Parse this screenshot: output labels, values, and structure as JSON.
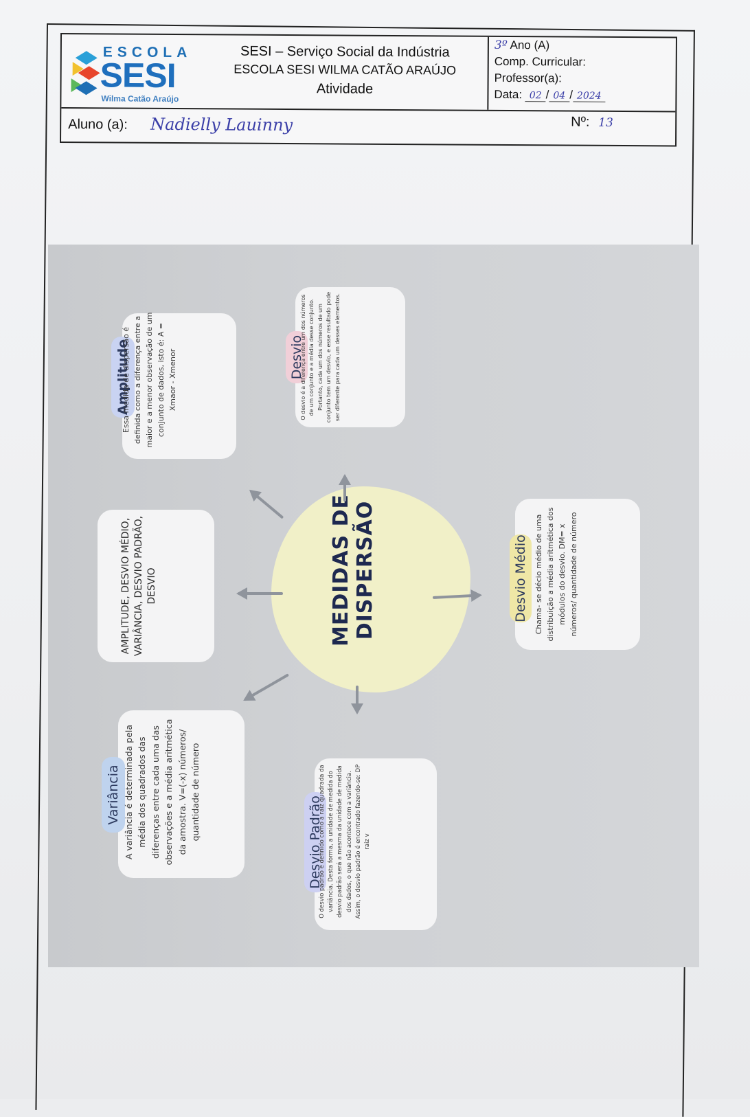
{
  "header": {
    "logo": {
      "escola": "ESCOLA",
      "sesi": "SESI",
      "subtitle": "Wilma Catão Araújo"
    },
    "institution": "SESI – Serviço Social da Indústria",
    "school": "ESCOLA SESI WILMA CATÃO ARAÚJO",
    "doc_type": "Atividade",
    "year_prefix": "3º",
    "year_label": "Ano (A)",
    "comp_label": "Comp. Curricular:",
    "teacher_label": "Professor(a):",
    "date_label": "Data:",
    "date_day": "02",
    "date_month": "04",
    "date_year": "2024",
    "student_label": "Aluno (a):",
    "student_name": "Nadielly Lauinny",
    "number_label": "Nº:",
    "number_value": "13"
  },
  "mindmap": {
    "center": "MEDIDAS DE DISPERSÃO",
    "summary": "AMPLITUDE, DESVIO MÉDIO, VARIÂNCIA, DESVIO PADRÃO, DESVIO",
    "amplitude": {
      "title": "Amplitude",
      "text": "Essa medida de dispersão é definida como a diferença entre a maior e a menor observação de um conjunto de dados, isto é: A = Xmaor - Xmenor"
    },
    "desvio": {
      "title": "Desvio",
      "text": "O desvio é a diferença entre um dos números de um conjunto e a média desse conjunto. Portanto, cada um dos números de um conjunto tem um desvio, e esse resultado pode ser diferente para cada um desses elementos."
    },
    "desvio_medio": {
      "title": "Desvio Médio",
      "text": "Chama- se décio médio de uma distribuição a média aritmética dos módulos do desvio. DM= x números/ quantidade de número"
    },
    "variancia": {
      "title": "Variância",
      "text": "A variância é determinada pela média dos quadrados das diferenças entre cada uma das observações e a média aritmética da amostra. V=(-x) números/ quantidade de número"
    },
    "desvio_padrao": {
      "title": "Desvio Padrão",
      "text": "O desvio padrão é definido como a raiz quadrada da variância. Desta forma, a unidade de medida do desvio padrão será a mesma da unidade de medida dos dados, o que não acontece com a variância. Assim, o desvio padrão é encontrado fazendo-se: DP raiz v"
    }
  },
  "colors": {
    "logo_blue": "#1f6fbd",
    "pill_amplitude": "#c9d3f2",
    "pill_desvio": "#f1cfd8",
    "pill_desvio_medio": "#efe7a6",
    "pill_variancia": "#bfd3ee",
    "pill_desvio_padrao": "#cdd0f2",
    "center_blob": "#f1f0c8"
  }
}
